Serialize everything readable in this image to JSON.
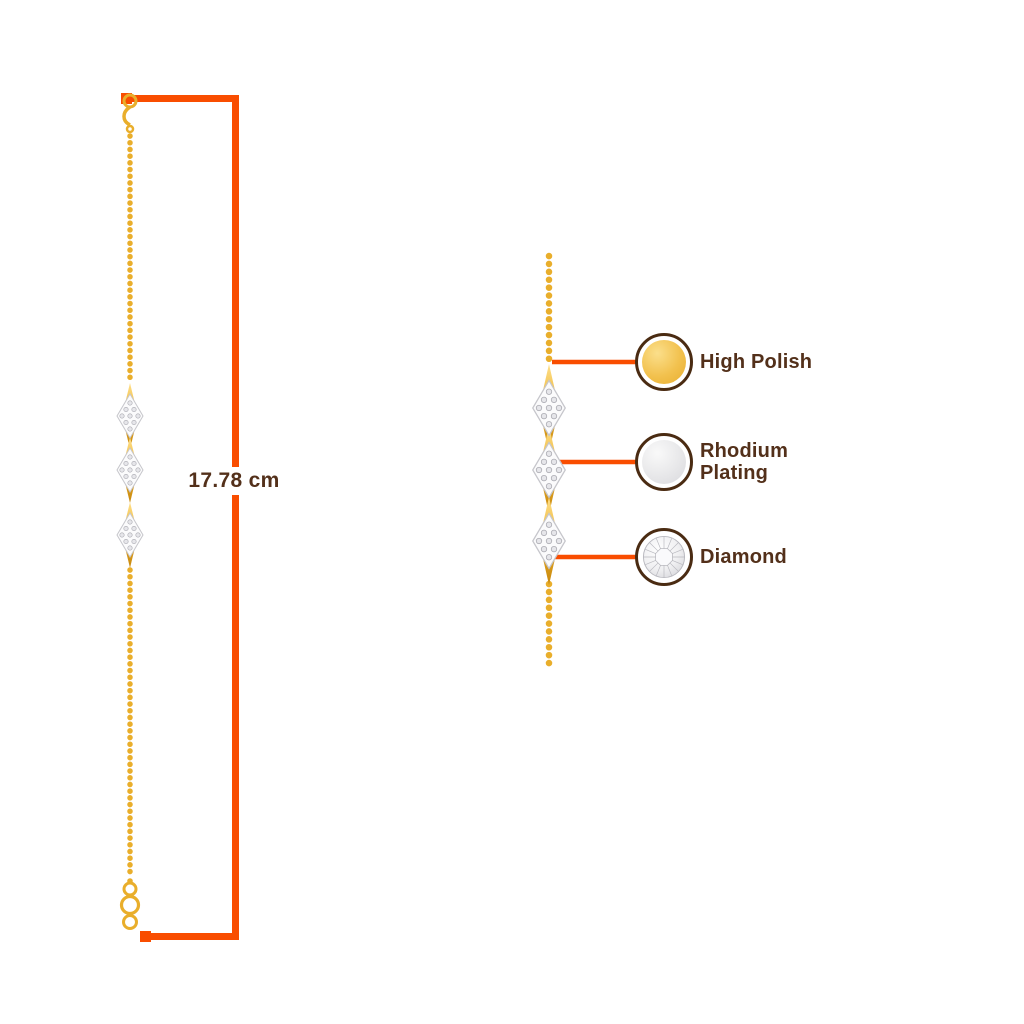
{
  "colors": {
    "background": "#ffffff",
    "accent_orange": "#F94D00",
    "label_brown": "#53301A",
    "gold": "#E9AE2B",
    "gold_light": "#FFE08A",
    "gold_dark": "#C8880D",
    "silver": "#E2E2E4",
    "pave_white": "#FBFBFC",
    "swatch_ring_brown": "#4A2B12"
  },
  "measurement": {
    "label": "17.78 cm"
  },
  "legend": {
    "items": [
      {
        "id": "high-polish",
        "label": "High Polish",
        "swatch": "gold-disc"
      },
      {
        "id": "rhodium-plating",
        "label": "Rhodium Plating",
        "swatch": "silver-disc"
      },
      {
        "id": "diamond",
        "label": "Diamond",
        "swatch": "diamond-gem"
      }
    ]
  }
}
